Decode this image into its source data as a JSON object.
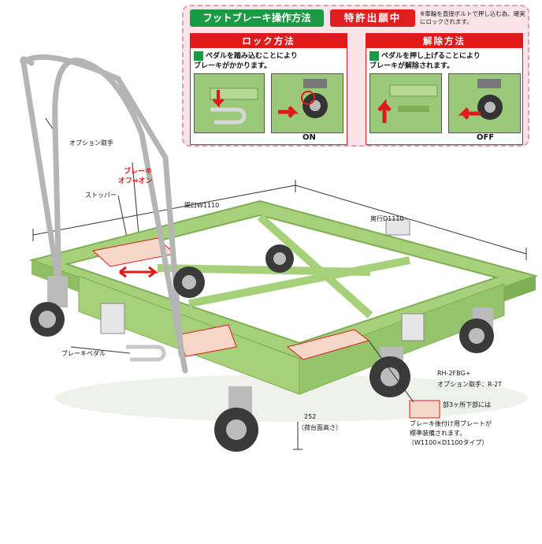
{
  "panel": {
    "title": "フットブレーキ操作方法",
    "patent": "特許出願中",
    "note": "※車輪を直接ボルトで押し込む為、確実にロックされます。",
    "lock": {
      "heading": "ロック方法",
      "text_line1": "ペダルを踏み込むことにより",
      "text_line2": "ブレーキがかかります。",
      "state": "ON"
    },
    "release": {
      "heading": "解除方法",
      "text_line1": "ペダルを押し上げることにより",
      "text_line2": "ブレーキが解除されます。",
      "state": "OFF"
    }
  },
  "labels": {
    "option_handle": "オプション取手",
    "brake_off_on_1": "ブレーキ",
    "brake_off_on_2": "オフ⇔オン",
    "stopper": "ストッパー",
    "width": "間口W1110",
    "depth": "奥行D1110",
    "brake_pedal": "ブレーキペダル",
    "model1": "RH-2FBG+",
    "model2": "オプション取手：R-2T",
    "height_value": "252",
    "height_label": "（荷台面高さ）",
    "plate_line1": "部3ヶ所下部には",
    "plate_line2": "ブレーキ後付け用プレートが",
    "plate_line3": "標準装備されます。",
    "plate_line4": "（W1100×D1100タイプ）"
  },
  "colors": {
    "frame": "#a6d07a",
    "frame_dark": "#7fae55",
    "accent_red": "#e01a1a",
    "accent_green": "#1b9a45"
  }
}
